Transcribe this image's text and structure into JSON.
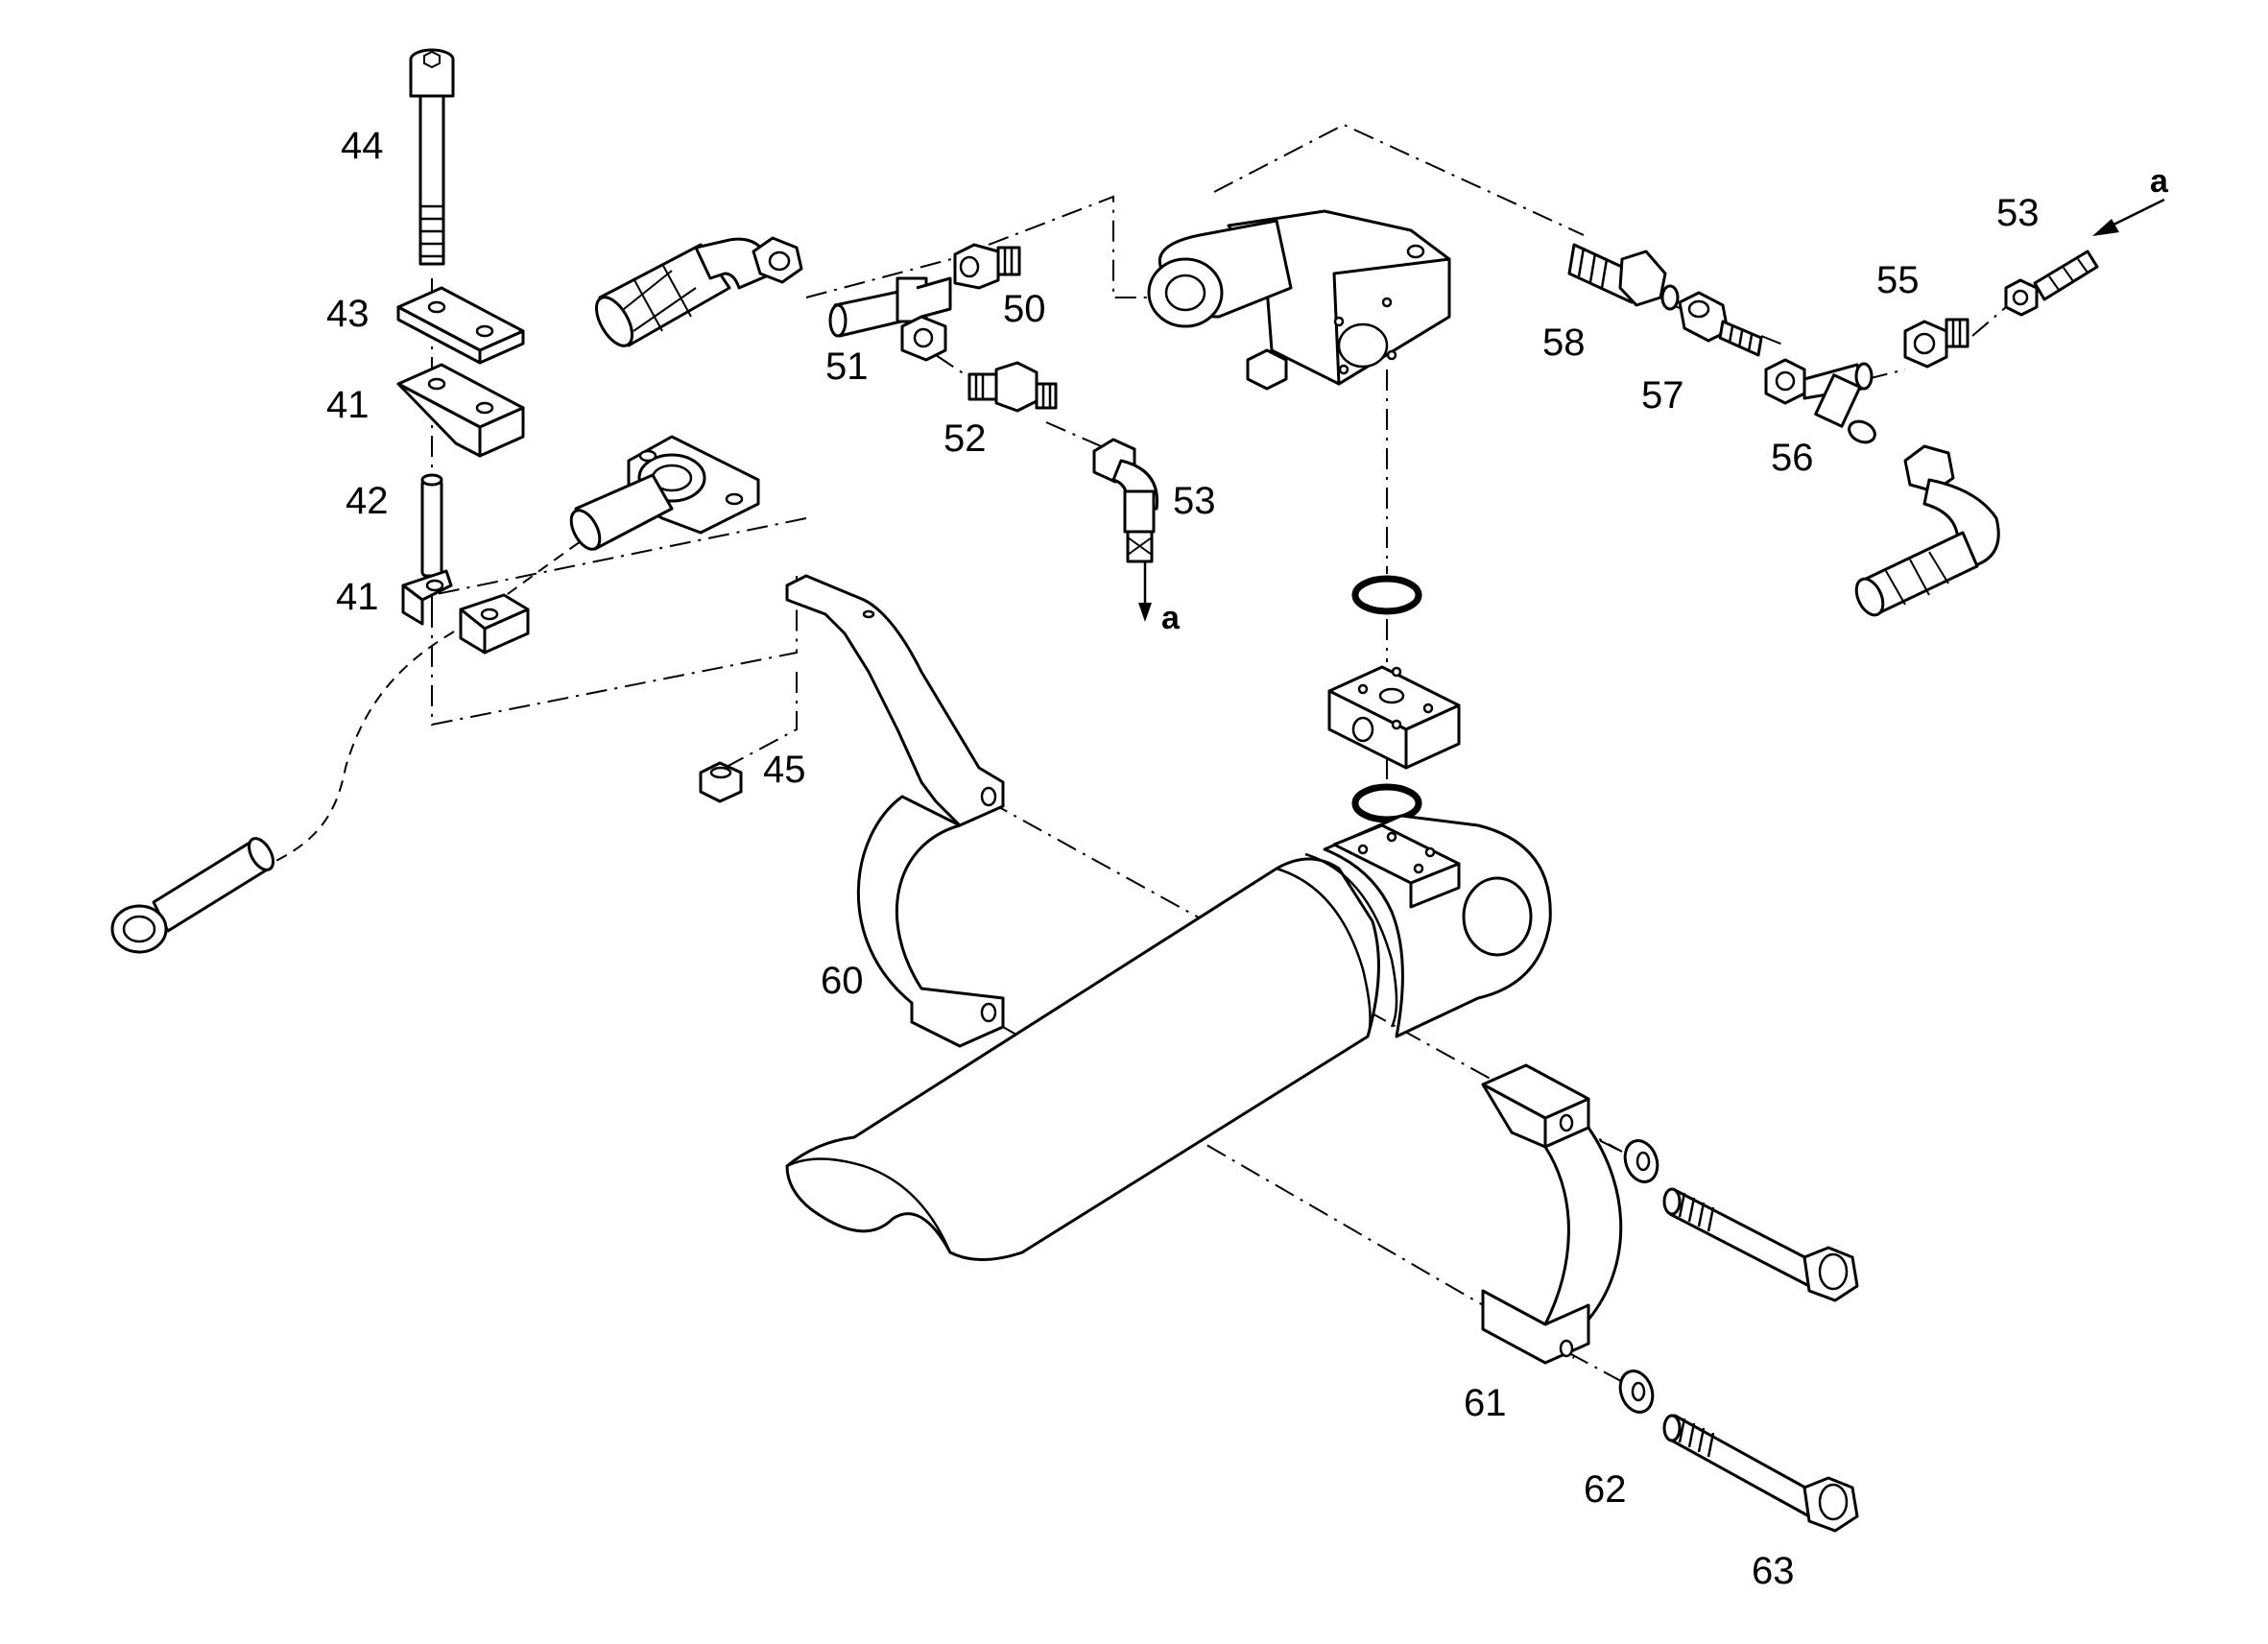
{
  "labels": {
    "p44": "44",
    "p43": "43",
    "p41a": "41",
    "p42": "42",
    "p41b": "41",
    "p45": "45",
    "p50": "50",
    "p51": "51",
    "p52": "52",
    "p53a": "53",
    "p53b": "53",
    "p55": "55",
    "p56": "56",
    "p57": "57",
    "p58": "58",
    "p60": "60",
    "p61": "61",
    "p62": "62",
    "p63": "63",
    "arrow_a1": "a",
    "arrow_a2": "a"
  }
}
